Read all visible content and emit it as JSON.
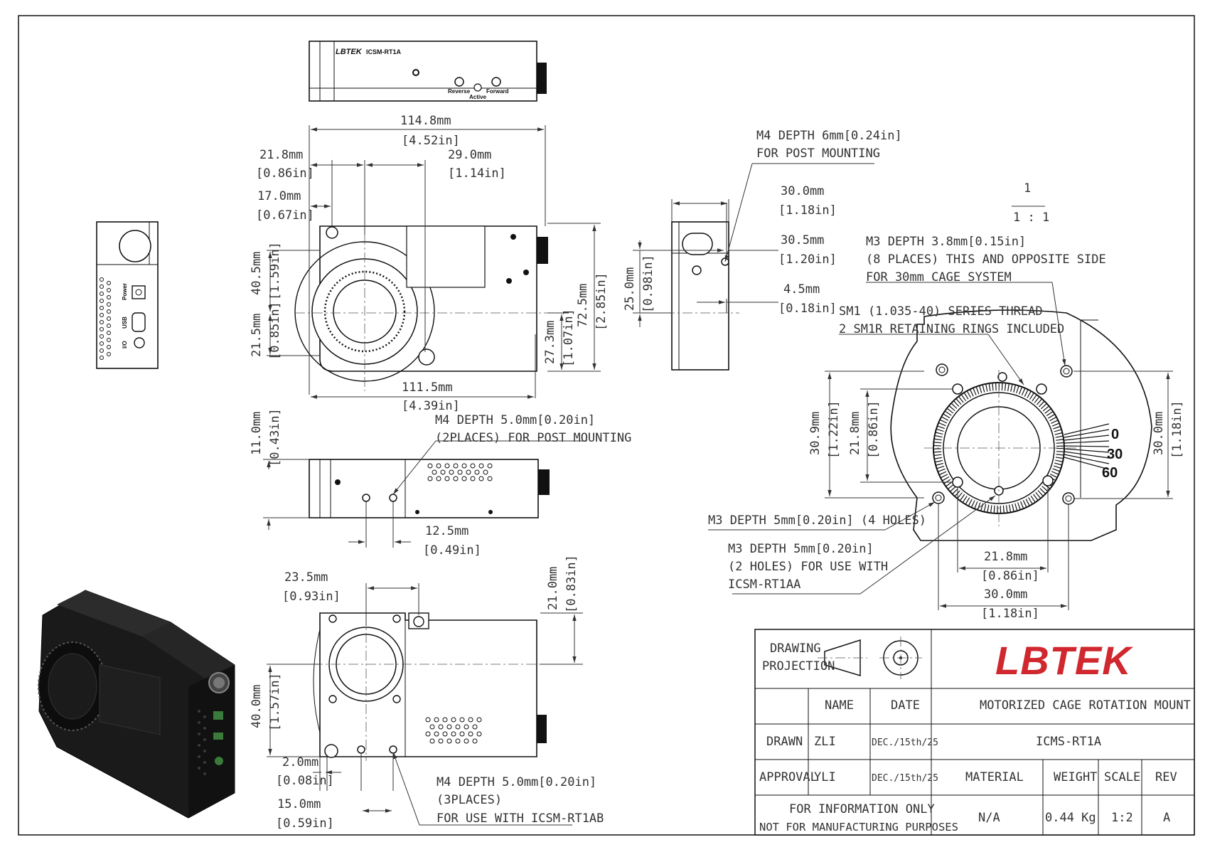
{
  "top_view": {
    "brand": "LBTEK",
    "model": "ICSM-RT1A",
    "btn_reverse": "Reverse",
    "btn_active": "Active",
    "btn_forward": "Forward"
  },
  "side_view": {
    "power": "Power",
    "usb": "USB",
    "io": "I/O"
  },
  "front_view": {
    "d_overall_mm": "114.8mm",
    "d_overall_in": "[4.52in]",
    "d_21_8_mm": "21.8mm",
    "d_21_8_in": "[0.86in]",
    "d_29_0_mm": "29.0mm",
    "d_29_0_in": "[1.14in]",
    "d_17_0_mm": "17.0mm",
    "d_17_0_in": "[0.67in]",
    "d_40_5_mm": "40.5mm",
    "d_40_5_in": "[1.59in]",
    "d_21_5_mm": "21.5mm",
    "d_21_5_in": "[0.85in]",
    "d_72_5_mm": "72.5mm",
    "d_72_5_in": "[2.85in]",
    "d_27_3_mm": "27.3mm",
    "d_27_3_in": "[1.07in]",
    "d_111_5_mm": "111.5mm",
    "d_111_5_in": "[4.39in]"
  },
  "right_view": {
    "note_l1": "M4 DEPTH 6mm[0.24in]",
    "note_l2": "FOR POST MOUNTING",
    "d_30_0_mm": "30.0mm",
    "d_30_0_in": "[1.18in]",
    "d_30_5_mm": "30.5mm",
    "d_30_5_in": "[1.20in]",
    "d_25_0_mm": "25.0mm",
    "d_25_0_in": "[0.98in]",
    "d_4_5_mm": "4.5mm",
    "d_4_5_in": "[0.18in]"
  },
  "bottom_view": {
    "note_l1": "M4 DEPTH 5.0mm[0.20in]",
    "note_l2": "(2PLACES) FOR POST MOUNTING",
    "d_11_0_mm": "11.0mm",
    "d_11_0_in": "[0.43in]",
    "d_12_5_mm": "12.5mm",
    "d_12_5_in": "[0.49in]"
  },
  "rear_view": {
    "d_23_5_mm": "23.5mm",
    "d_23_5_in": "[0.93in]",
    "d_21_0_mm": "21.0mm",
    "d_21_0_in": "[0.83in]",
    "d_40_0_mm": "40.0mm",
    "d_40_0_in": "[1.57in]",
    "d_2_0_mm": "2.0mm",
    "d_2_0_in": "[0.08in]",
    "d_15_0_mm": "15.0mm",
    "d_15_0_in": "[0.59in]",
    "note_l1": "M4 DEPTH 5.0mm[0.20in]",
    "note_l2": "(3PLACES)",
    "note_l3": "FOR USE WITH ICSM-RT1AB"
  },
  "detail_view": {
    "scale_top": "1",
    "scale_ratio": "1 : 1",
    "m3_cage_l1": "M3 DEPTH 3.8mm[0.15in]",
    "m3_cage_l2": "(8 PLACES) THIS AND OPPOSITE SIDE",
    "m3_cage_l3": "FOR 30mm CAGE SYSTEM",
    "sm1_l1": "SM1 (1.035-40) SERIES THREAD",
    "sm1_l2": "2 SM1R RETAINING RINGS INCLUDED",
    "d_30_9_mm": "30.9mm",
    "d_30_9_in": "[1.22in]",
    "d_21_8_mm": "21.8mm",
    "d_21_8_in": "[0.86in]",
    "d_30_0r_mm": "30.0mm",
    "d_30_0r_in": "[1.18in]",
    "m3_4holes": "M3 DEPTH 5mm[0.20in] (4 HOLES)",
    "m3_2holes_l1": "M3 DEPTH 5mm[0.20in]",
    "m3_2holes_l2": "(2 HOLES) FOR USE WITH",
    "m3_2holes_l3": "ICSM-RT1AA",
    "d_21_8b_mm": "21.8mm",
    "d_21_8b_in": "[0.86in]",
    "d_30_0b_mm": "30.0mm",
    "d_30_0b_in": "[1.18in]",
    "dial_0": "0",
    "dial_30": "30",
    "dial_60": "60"
  },
  "title_block": {
    "proj_l1": "DRAWING",
    "proj_l2": "PROJECTION",
    "logo": "LBTEK",
    "h_name": "NAME",
    "h_date": "DATE",
    "title": "MOTORIZED CAGE ROTATION MOUNT",
    "drawn_label": "DRAWN",
    "drawn_name": "ZLI",
    "drawn_date": "DEC./15th/25",
    "part_no": "ICMS-RT1A",
    "approval_label": "APPROVAL",
    "approval_name": "YLI",
    "approval_date": "DEC./15th/25",
    "h_material": "MATERIAL",
    "h_weight": "WEIGHT",
    "h_scale": "SCALE",
    "h_rev": "REV",
    "info_l1": "FOR INFORMATION ONLY",
    "info_l2": "NOT FOR MANUFACTURING PURPOSES",
    "material": "N/A",
    "weight": "0.44 Kg",
    "scale": "1:2",
    "rev": "A"
  }
}
